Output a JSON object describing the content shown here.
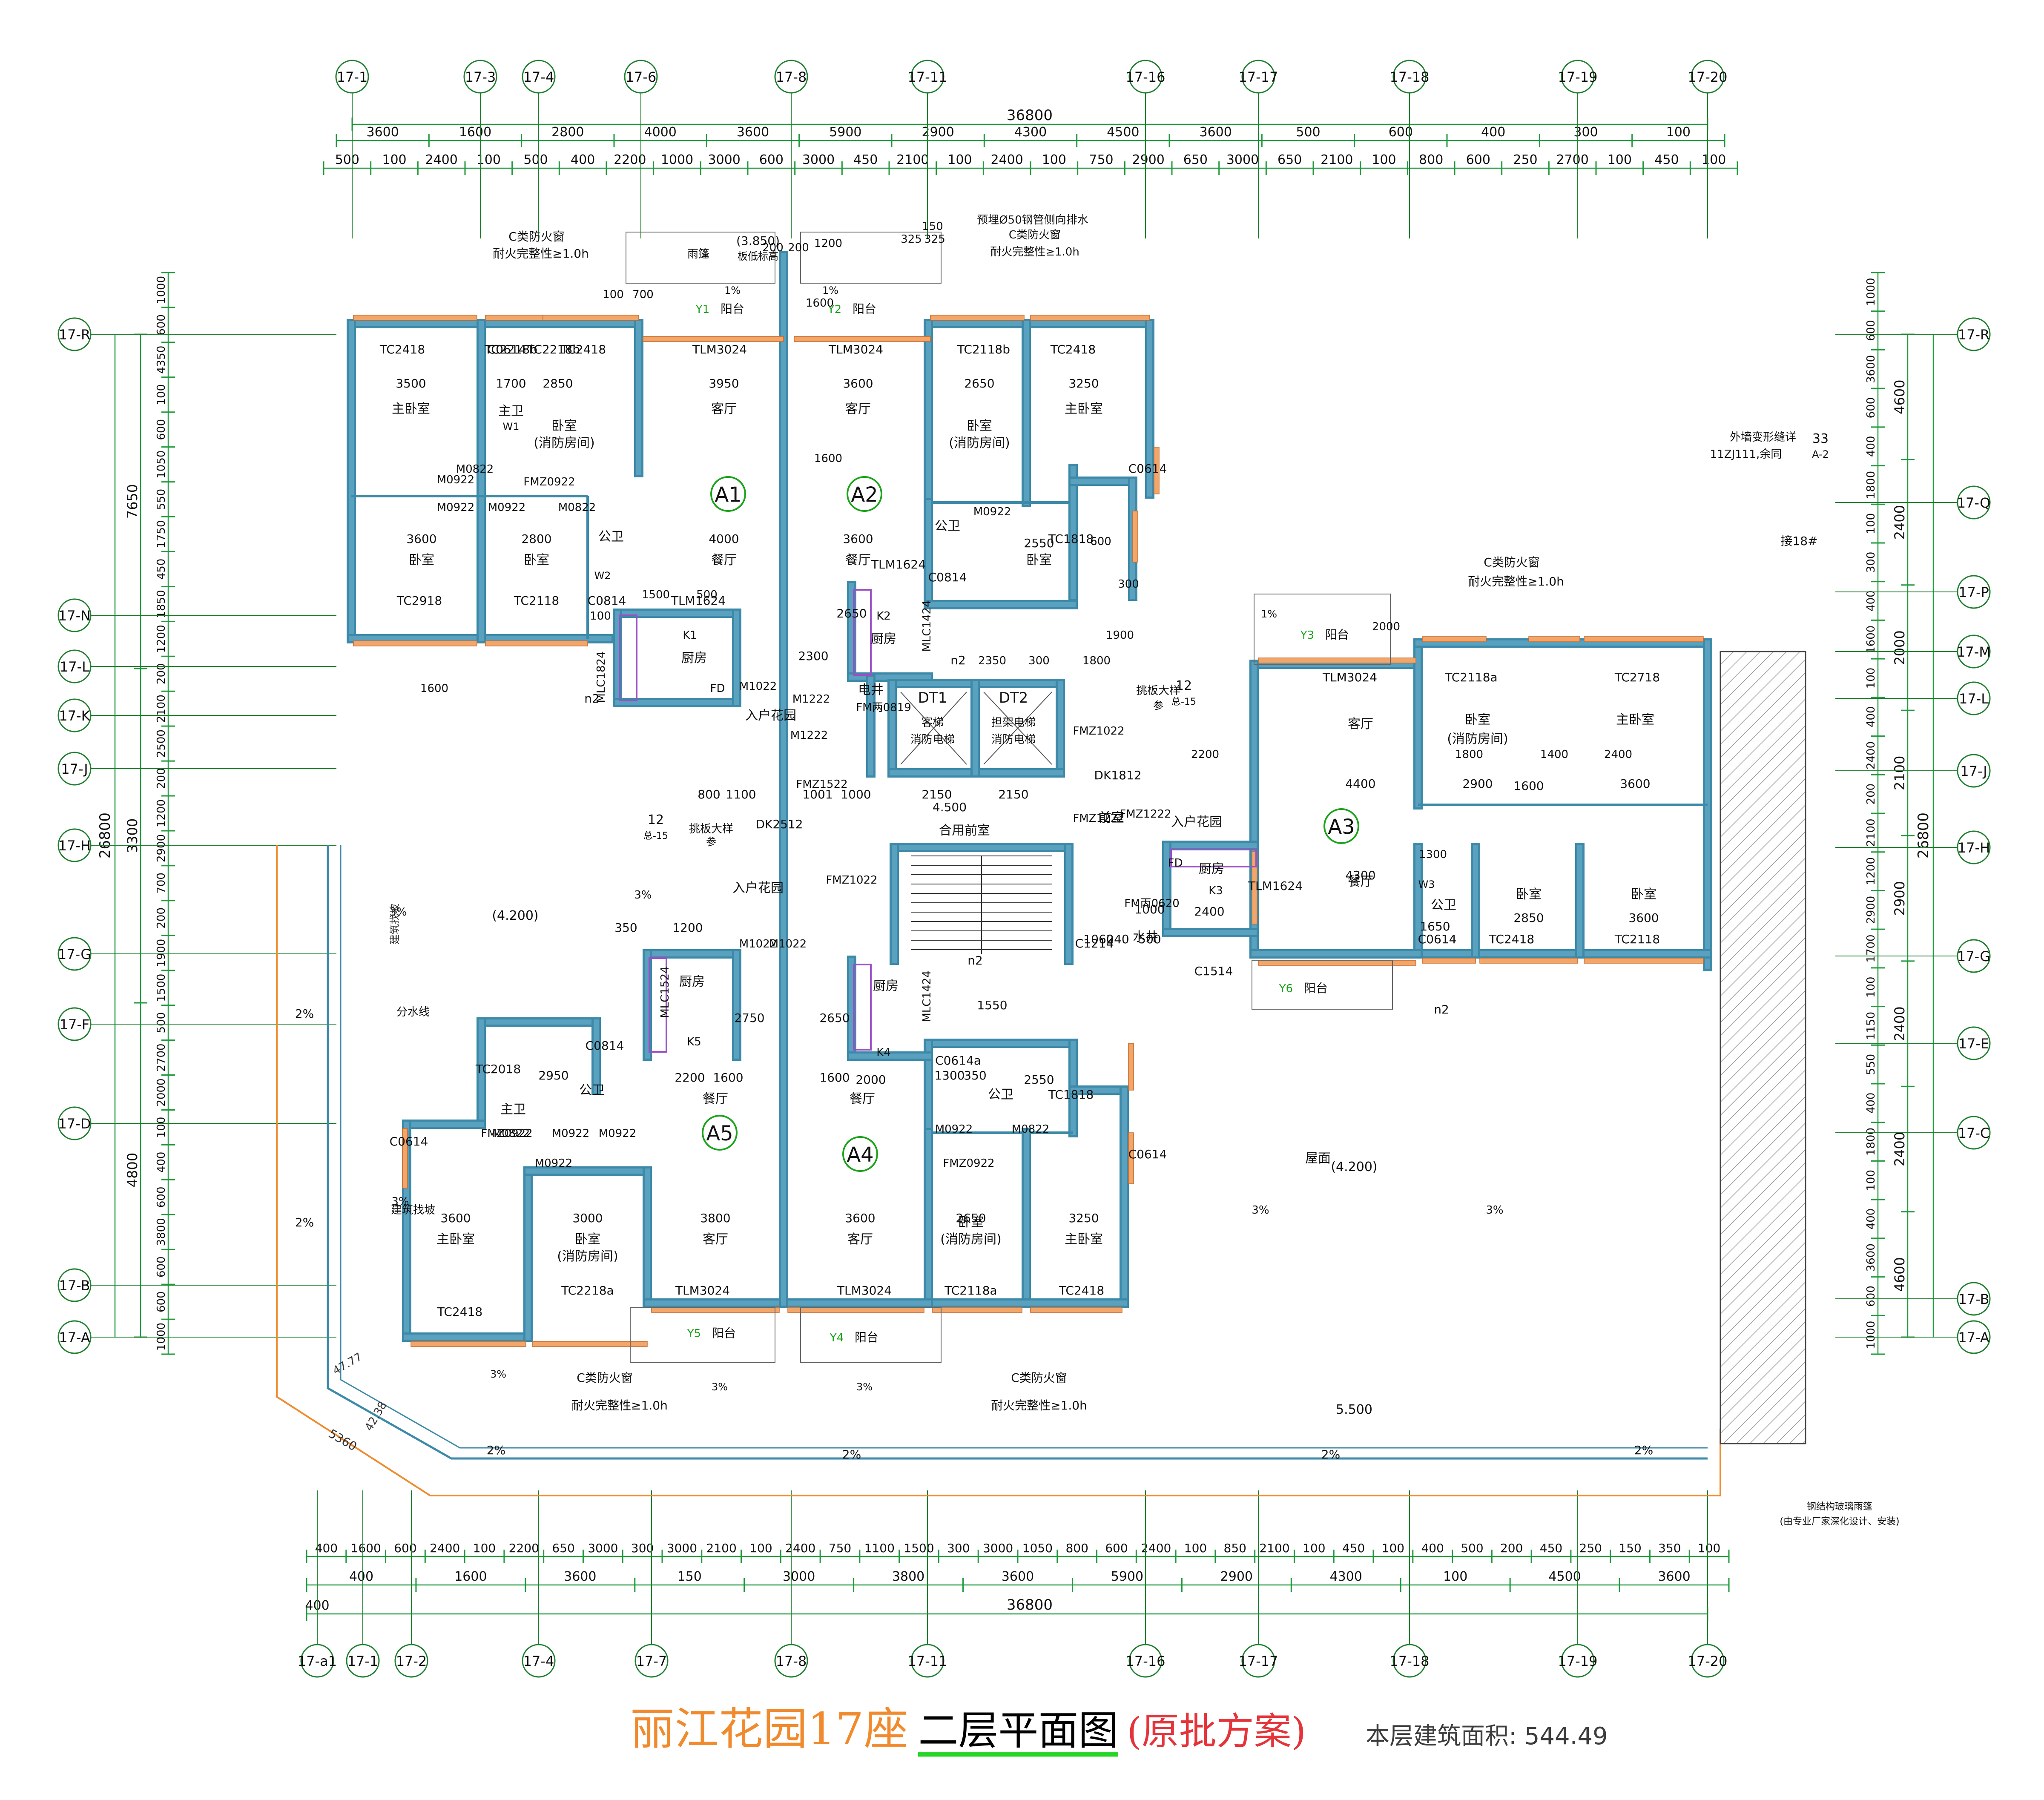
{
  "colors": {
    "wall": "#3d8aa8",
    "wall_fill": "#5aa0bf",
    "dim": "#1d9a3a",
    "axis": "#1f7f2e",
    "text": "#111111",
    "orange": "#f08a2c",
    "red": "#e4343a",
    "green_text": "#1aa31a",
    "window": "#f3a66a",
    "door": "#d89050",
    "furniture": "#9b4fc7",
    "hatch": "#9a9a9a",
    "blue_text": "#2255cc"
  },
  "title": {
    "project": "丽江花园17座",
    "drawing": "二层平面图",
    "note": "(原批方案)",
    "area_label": "本层建筑面积: 544.49"
  },
  "axes_top": [
    "17-1",
    "17-3",
    "17-4",
    "17-6",
    "17-8",
    "17-11",
    "17-16",
    "17-17",
    "17-18",
    "17-19",
    "17-20"
  ],
  "axes_bottom": [
    "17-a1",
    "17-1",
    "17-2",
    "17-4",
    "17-7",
    "17-8",
    "17-11",
    "17-16",
    "17-17",
    "17-18",
    "17-19",
    "17-20"
  ],
  "axes_left": [
    "17-R",
    "17-N",
    "17-L",
    "17-K",
    "17-J",
    "17-H",
    "17-G",
    "17-F",
    "17-D",
    "17-B",
    "17-A"
  ],
  "axes_right": [
    "17-R",
    "17-Q",
    "17-P",
    "17-M",
    "17-L",
    "17-J",
    "17-H",
    "17-G",
    "17-E",
    "17-C",
    "17-B",
    "17-A"
  ],
  "dims": {
    "top_total": "36800",
    "top_row2": [
      "3600",
      "1600",
      "2800",
      "4000",
      "3600",
      "5900",
      "2900",
      "4300",
      "4500",
      "3600",
      "500",
      "600",
      "400",
      "300",
      "100"
    ],
    "top_row3": [
      "500",
      "100",
      "2400",
      "100",
      "500",
      "400",
      "2200",
      "1000",
      "3000",
      "600",
      "3000",
      "450",
      "2100",
      "100",
      "2400",
      "100",
      "750",
      "2900",
      "650",
      "3000",
      "650",
      "2100",
      "100",
      "800",
      "600",
      "250",
      "2700",
      "100",
      "450",
      "100"
    ],
    "bottom_total": "36800",
    "bottom_row1": [
      "400",
      "1600",
      "600",
      "2400",
      "100",
      "2200",
      "650",
      "3000",
      "300",
      "3000",
      "2100",
      "100",
      "2400",
      "750",
      "1100",
      "1500",
      "300",
      "3000",
      "1050",
      "800",
      "600",
      "2400",
      "100",
      "850",
      "2100",
      "100",
      "450",
      "100",
      "400",
      "500",
      "200",
      "450",
      "250",
      "150",
      "350",
      "100"
    ],
    "bottom_row2": [
      "400",
      "1600",
      "3600",
      "150",
      "3000",
      "3800",
      "3600",
      "5900",
      "2900",
      "4300",
      "100",
      "4500",
      "3600"
    ],
    "bottom_row3": [
      "400"
    ],
    "left_total": "26800",
    "left_outer": [
      "7650",
      "3300",
      "4800"
    ],
    "left_inner": [
      "1000",
      "600",
      "4350",
      "100",
      "600",
      "1050",
      "550",
      "1750",
      "450",
      "1850",
      "1200",
      "200",
      "2100",
      "2500",
      "200",
      "1200",
      "2900",
      "700",
      "200",
      "1900",
      "1500",
      "500",
      "2700",
      "2000",
      "100",
      "400",
      "600",
      "3800",
      "600",
      "600",
      "1000"
    ],
    "right_total": "26800",
    "right_outer": [
      "4600",
      "2400",
      "2000",
      "2100",
      "2900",
      "2400",
      "2400",
      "4600"
    ],
    "right_inner": [
      "1000",
      "600",
      "3600",
      "600",
      "400",
      "1800",
      "100",
      "300",
      "400",
      "1600",
      "100",
      "400",
      "2400",
      "200",
      "2100",
      "1200",
      "2900",
      "1700",
      "100",
      "1150",
      "550",
      "400",
      "1800",
      "100",
      "400",
      "3600",
      "600",
      "1000"
    ]
  },
  "units": [
    "A1",
    "A2",
    "A3",
    "A4",
    "A5"
  ],
  "cores": [
    "DT1",
    "DT2"
  ],
  "core_labels": [
    "客梯",
    "担架电梯",
    "消防电梯",
    "消防电梯"
  ],
  "room_labels": {
    "master_bedroom": "主卧室",
    "bedroom": "卧室",
    "fire_refuge": "(消防房间)",
    "living": "客厅",
    "dining": "餐厅",
    "kitchen": "厨房",
    "master_bath": "主卫",
    "public_bath": "公卫",
    "balcony": "阳台",
    "entry_garden": "入户花园",
    "front_room": "前室",
    "shared_front": "合用前室",
    "elec_shaft": "电井",
    "water_shaft": "水井",
    "roof": "屋面"
  },
  "codes": {
    "windows": [
      "TC2418",
      "TC2218b",
      "TC2418",
      "TC2218b",
      "C0614",
      "TC2918",
      "TC2118",
      "C0814",
      "TLM3024",
      "TLM3024",
      "TLM1624",
      "TLM1624",
      "TC2118b",
      "TC2418",
      "C0614",
      "TC1818",
      "C0814",
      "TC2118a",
      "TC2718",
      "TLM3024",
      "TLM1624",
      "TC2418",
      "TC2118",
      "C0614",
      "TC2018",
      "C0814",
      "TC2418",
      "TC2218a",
      "TLM3024",
      "TLM3024",
      "TC2118a",
      "TC2418",
      "C0614",
      "TC1818",
      "C0614a",
      "C1214",
      "C1514",
      "DK1812",
      "DK2512",
      "C0614"
    ],
    "doors": [
      "M0822",
      "M0922",
      "FMZ0922",
      "M0922",
      "M0922",
      "M0822",
      "M1022",
      "M1222",
      "M1222",
      "FMZ1522",
      "FMZ1022",
      "FMZ1022",
      "FMZ1222",
      "FMZ1222",
      "FM两0819",
      "FM丙0620",
      "M1022",
      "M0822",
      "M0922",
      "M0922",
      "M0922",
      "FMZ0922",
      "M0922",
      "M0822",
      "M1022",
      "FMZ0922",
      "M0922"
    ],
    "kitchens": [
      "K1",
      "K2",
      "K3",
      "K4",
      "K5"
    ],
    "bathrooms": [
      "W1",
      "W2",
      "W3"
    ],
    "misc": [
      "MLC1824",
      "MLC1424",
      "MLC1424",
      "MLC1524",
      "FD",
      "FD"
    ]
  },
  "room_dims": [
    "3500",
    "2850",
    "3950",
    "3600",
    "2650",
    "3250",
    "1700",
    "3600",
    "2800",
    "4000",
    "3600",
    "2550",
    "4400",
    "2900",
    "1600",
    "3600",
    "4300",
    "2850",
    "3600",
    "2400",
    "1650",
    "3600",
    "3000",
    "3800",
    "3600",
    "2650",
    "3250",
    "2950",
    "2200",
    "1600",
    "1600",
    "2000",
    "2550",
    "1000",
    "1060",
    "240",
    "500",
    "1300",
    "350",
    "2300",
    "2650",
    "2750",
    "2650",
    "1550",
    "350",
    "1200",
    "800",
    "1100",
    "1001",
    "1000",
    "2150",
    "2150",
    "4.500"
  ],
  "notes": {
    "fire_window_a": "C类防火窗",
    "fire_window_b": "耐火完整性≥1.0h",
    "pipe_note": "预埋Ø50钢管侧向排水",
    "canopy": "雨篷",
    "slab_level": "板低标高",
    "level_3850": "(3.850)",
    "level_4200": "(4.200)",
    "level_5500": "5.500",
    "wall_note_1": "外墙变形缝详",
    "wall_note_2": "11ZJ111,余同",
    "wall_detail": "33",
    "wall_detail_ref": "A-2",
    "adjacent": "接18#",
    "split_line": "分水线",
    "slope_find": "建筑找坡",
    "slope_3": "3%",
    "slope_2": "2%",
    "slope_1": "1%",
    "cantilever": "挑板大样",
    "cantilever_ref": "参",
    "detail_12": "12",
    "detail_12_ref": "总-15",
    "steel_canopy_1": "钢结构玻璃雨篷",
    "steel_canopy_2": "(由专业厂家深化设计、安装)",
    "dim_5360": "5360",
    "dim_4277": "47.77",
    "dim_4238": "42.38",
    "n2": "n2",
    "Y": [
      "Y1",
      "Y2",
      "Y3",
      "Y4",
      "Y5",
      "Y6"
    ],
    "misc_dims": [
      "2350",
      "300",
      "1800",
      "2200",
      "1900",
      "300",
      "600",
      "150",
      "325",
      "325",
      "200",
      "200",
      "1200",
      "1600",
      "1600",
      "700",
      "100",
      "100",
      "1500",
      "500",
      "1600",
      "1400",
      "2400",
      "2000",
      "1300",
      "1800"
    ]
  }
}
